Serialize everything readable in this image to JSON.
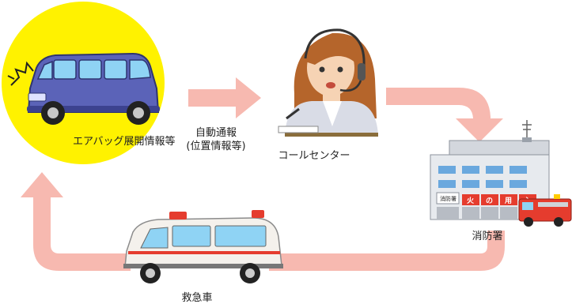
{
  "nodes": {
    "car": {
      "label": "エアバッグ展開情報等"
    },
    "call_center": {
      "label": "コールセンター"
    },
    "fire_station": {
      "label": "消防署",
      "sign": "消防署",
      "banner": [
        "火",
        "の",
        "用",
        "心"
      ]
    },
    "ambulance": {
      "label": "救急車"
    }
  },
  "edges": {
    "car_to_call": {
      "label_line1": "自動通報",
      "label_line2": "(位置情報等)"
    }
  },
  "colors": {
    "highlight_circle": "#fff200",
    "arrow": "#f7b9b0",
    "car_body": "#5b63b8",
    "fire_red": "#e53c2e"
  }
}
